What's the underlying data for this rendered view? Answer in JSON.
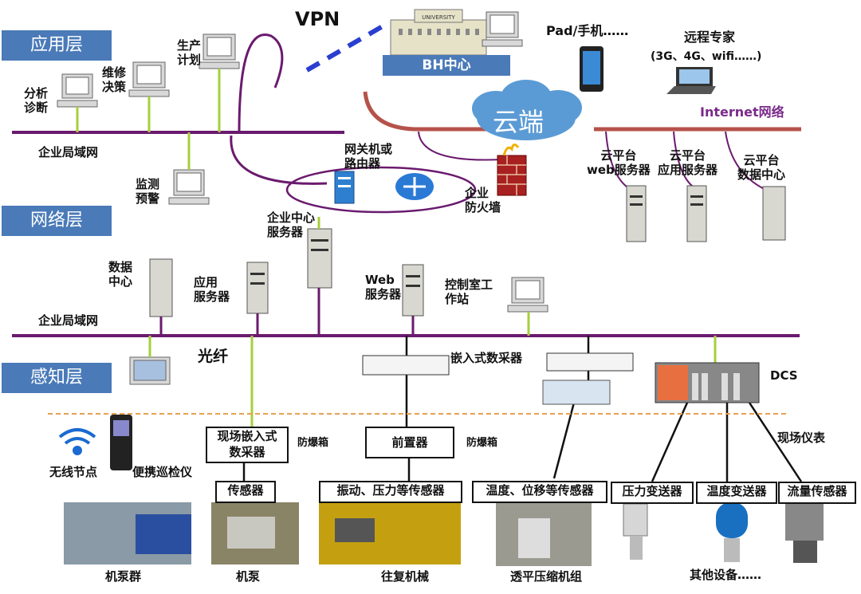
{
  "layers": {
    "application": "应用层",
    "network": "网络层",
    "perception": "感知层"
  },
  "vpn": "VPN",
  "bh_center": "BH中心",
  "university_sign": "UNIVERSITY",
  "cloud": "云端",
  "internet": "Internet网络",
  "pad_phone": "Pad/手机……",
  "remote_expert": "远程专家",
  "remote_net": "(3G、4G、wifi……)",
  "enterprise_lan_top": "企业局域网",
  "enterprise_lan_mid": "企业局域网",
  "analysis": "分析\n诊断",
  "maintenance": "维修\n决策",
  "production": "生产\n计划",
  "monitor": "监测\n预警",
  "gateway": "网关机或\n路由器",
  "firewall": "企业\n防火墙",
  "cloud_web": "云平台\nweb服务器",
  "cloud_app": "云平台\n应用服务器",
  "cloud_dc": "云平台\n数据中心",
  "center_server": "企业中心\n服务器",
  "data_center": "数据\n中心",
  "app_server": "应用\n服务器",
  "web_server": "Web\n服务器",
  "control_ws": "控制室工\n作站",
  "fiber": "光纤",
  "embedded_daq": "嵌入式数采器",
  "dcs": "DCS",
  "field_daq": "现场嵌入式\n数采器",
  "explosion_box_1": "防爆箱",
  "frontend": "前置器",
  "explosion_box_2": "防爆箱",
  "field_instruments": "现场仪表",
  "wireless_node": "无线节点",
  "portable_inspector": "便携巡检仪",
  "sensor": "传感器",
  "vib_sensor": "振动、压力等传感器",
  "temp_disp_sensor": "温度、位移等传感器",
  "pressure_transmitter": "压力变送器",
  "temp_transmitter": "温度变送器",
  "flow_sensor": "流量传感器",
  "pump_group": "机泵群",
  "pump": "机泵",
  "reciprocating": "往复机械",
  "compressor": "透平压缩机组",
  "other_devices": "其他设备……",
  "colors": {
    "layer_tab": "#4a7ab8",
    "bus": "#6a1a6e",
    "link": "#a6cf3c",
    "cloud": "#5b9bd5",
    "wan": "#b5524a"
  }
}
